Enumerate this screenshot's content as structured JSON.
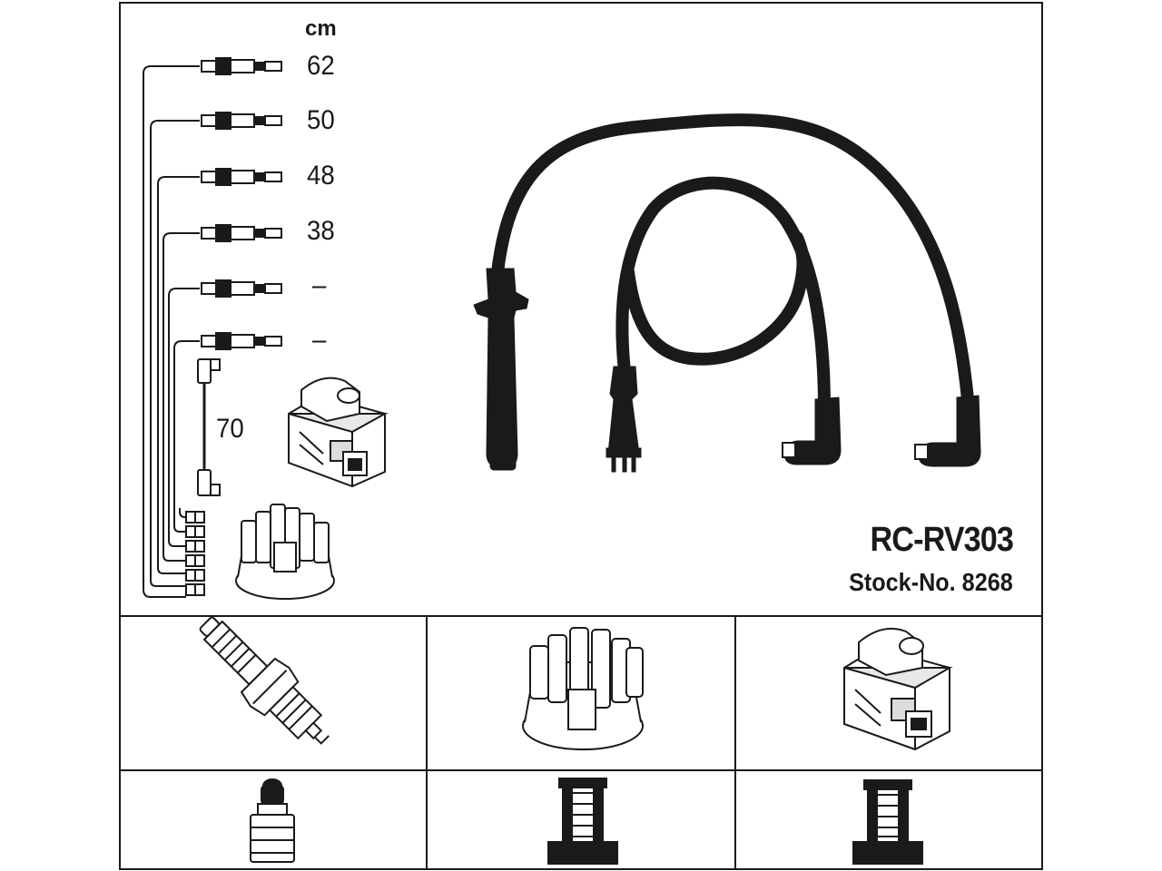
{
  "diagram": {
    "unit_label": "cm",
    "cable_lengths": [
      "62",
      "50",
      "48",
      "38",
      "–",
      "–"
    ],
    "coil_lead_length": "70",
    "model": "RC-RV303",
    "stock_number": "Stock-No. 8268"
  },
  "colors": {
    "line": "#1a1a1a",
    "cable": "#1a1a1a",
    "background": "#ffffff"
  },
  "parts": [
    {
      "name": "spark-plug-icon"
    },
    {
      "name": "distributor-cap-icon"
    },
    {
      "name": "ignition-coil-icon"
    },
    {
      "name": "spark-plug-terminal-icon"
    },
    {
      "name": "distributor-terminal-icon"
    },
    {
      "name": "coil-terminal-icon"
    }
  ]
}
